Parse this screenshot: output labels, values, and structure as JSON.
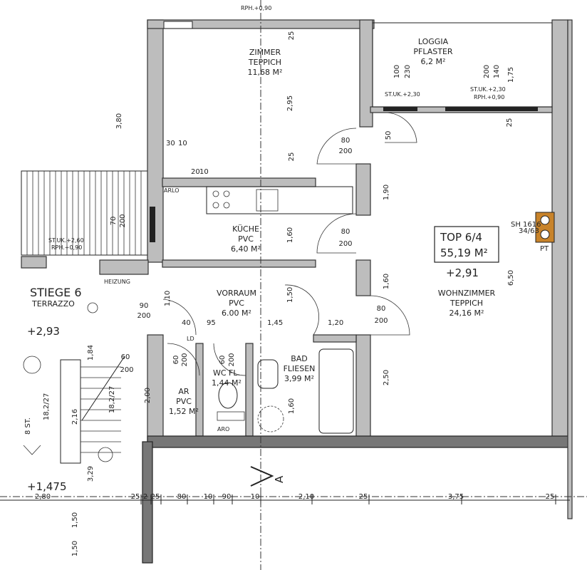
{
  "rooms": {
    "zimmer": {
      "name": "ZIMMER",
      "floor": "TEPPICH",
      "area": "11,68 M²"
    },
    "loggia": {
      "name": "LOGGIA",
      "floor": "PFLASTER",
      "area": "6,2 M²"
    },
    "kueche": {
      "name": "KÜCHE",
      "floor": "PVC",
      "area": "6,40 M²"
    },
    "vorraum": {
      "name": "VORRAUM",
      "floor": "PVC",
      "area": "6.00 M²"
    },
    "wohnzimmer": {
      "name": "WOHNZIMMER",
      "floor": "TEPPICH",
      "area": "24,16 M²"
    },
    "bad": {
      "name": "BAD",
      "floor": "FLIESEN",
      "area": "3,99 M²"
    },
    "wc": {
      "name": "WC FL.",
      "area": "1,44 M²"
    },
    "ar": {
      "name": "AR",
      "floor": "PVC",
      "area": "1,52 M²"
    },
    "stiege": {
      "name": "STIEGE 6",
      "floor": "TERRAZZO",
      "level": "+2,93"
    }
  },
  "unit": {
    "name": "TOP 6/4",
    "area": "55,19 M²",
    "level": "+2,91"
  },
  "levels": {
    "lower": "+1,475"
  },
  "section_marker": "A",
  "notes": {
    "rph_top": "RPH.+0,90",
    "st_uk_1": "ST.UK.+2,30",
    "st_uk_2": "ST.UK.+2,30",
    "rph_loggia": "RPH.+0,90",
    "st_uk_stair": "ST.UK.+2,60",
    "rph_stair": "RPH.+0,90",
    "arlo": "ARLO",
    "heizung": "HEIZUNG",
    "aro": "ARO",
    "ld": "LD",
    "sh": "SH 1616",
    "sh2": "34/63",
    "pt": "PT",
    "stairs_count": "8 ST.",
    "stairs_ratio": "18,2/27",
    "stairs_ratio2": "18,2/27"
  },
  "doors": [
    {
      "w": "80",
      "h": "200"
    },
    {
      "w": "80",
      "h": "200"
    },
    {
      "w": "80",
      "h": "200"
    },
    {
      "w": "60",
      "h": "200"
    },
    {
      "w": "60",
      "h": "200"
    },
    {
      "w": "60",
      "h": "200"
    },
    {
      "w": "90",
      "h": "200"
    },
    {
      "w": "70",
      "h": "200"
    }
  ],
  "dimensions": {
    "bottom": [
      "25",
      "2",
      "25",
      "80",
      "10",
      "90",
      "10",
      "2,10",
      "25",
      "3,75",
      "25"
    ],
    "left_bottom": "2,80",
    "vertical": [
      "3,80",
      "2,95",
      "1,90",
      "1,60",
      "1,60",
      "2,50",
      "6,50",
      "1,75",
      "1,50",
      "2,16",
      "3,29",
      "1,84",
      "2,00",
      "1,60",
      "25",
      "25",
      "25",
      "50",
      "1,50"
    ],
    "misc": [
      "30",
      "10",
      "20",
      "10",
      "40",
      "95",
      "1,45",
      "1,20",
      "100",
      "230",
      "200",
      "140",
      "1,50",
      "1,10"
    ]
  }
}
